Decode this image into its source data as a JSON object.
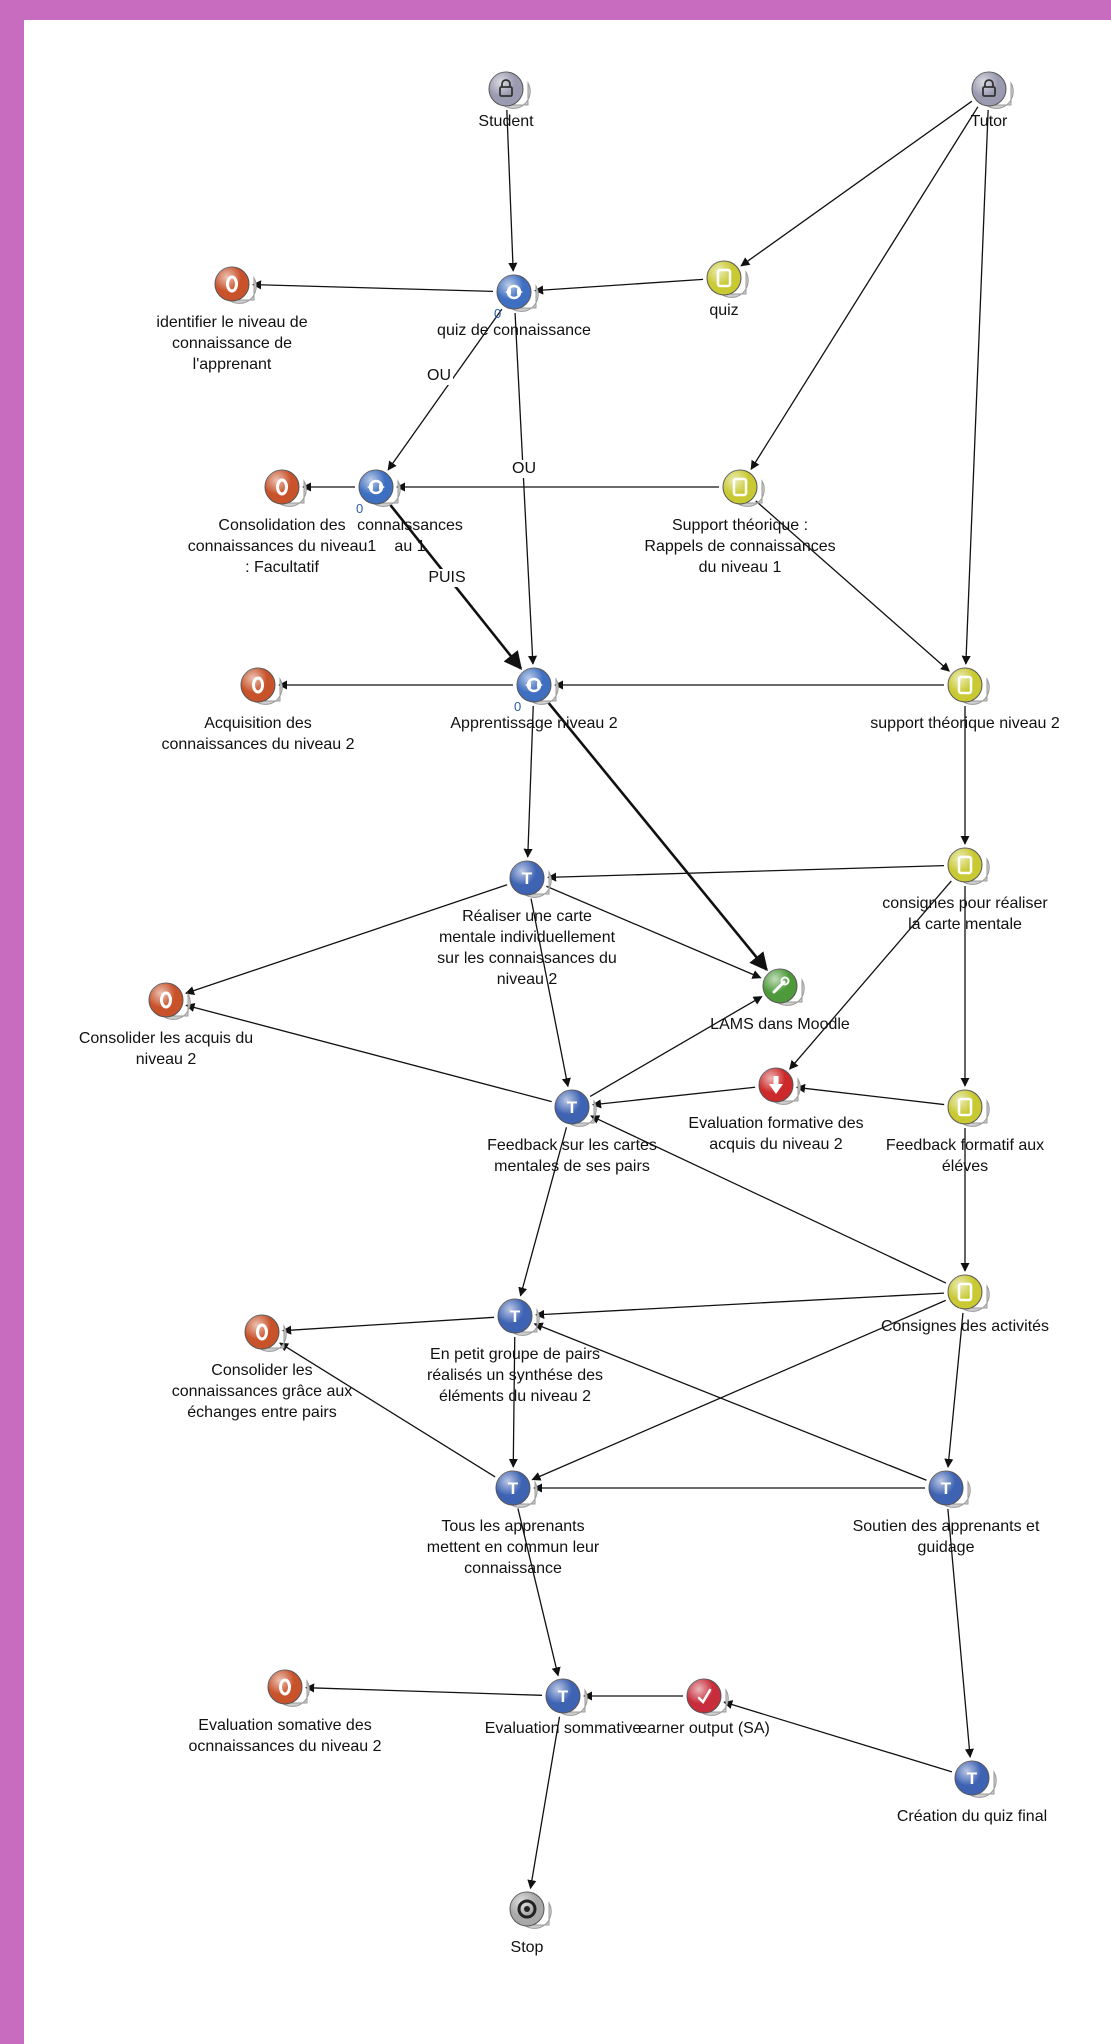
{
  "nodes": [
    {
      "id": "student",
      "type": "role",
      "label": "Student",
      "glyph": "lock"
    },
    {
      "id": "tutor",
      "type": "role",
      "label": "Tutor",
      "glyph": "lock"
    },
    {
      "id": "obj1",
      "type": "objective",
      "label": "identifier le niveau de\nconnaissance de\nl'apprenant",
      "glyph": "O"
    },
    {
      "id": "quizconn",
      "type": "method",
      "label": "quiz de connaissance",
      "count": "0"
    },
    {
      "id": "quiz",
      "type": "resource",
      "label": "quiz",
      "glyph": "doc"
    },
    {
      "id": "obj2",
      "type": "objective",
      "label": "Consolidation des\nconnaissances du niveau1\n: Facultatif",
      "glyph": "O"
    },
    {
      "id": "consol",
      "type": "method",
      "label": "connaissances\nau 1",
      "count": "0"
    },
    {
      "id": "supp1",
      "type": "resource",
      "label": "Support théorique :\nRappels de connaissances\ndu niveau 1",
      "glyph": "doc"
    },
    {
      "id": "obj3",
      "type": "objective",
      "label": "Acquisition des\nconnaissances du niveau 2",
      "glyph": "O"
    },
    {
      "id": "app2",
      "type": "method",
      "label": "Apprentissage niveau 2",
      "count": "0"
    },
    {
      "id": "supp2",
      "type": "resource",
      "label": "support théorique niveau 2",
      "glyph": "doc"
    },
    {
      "id": "carte",
      "type": "task",
      "label": "Réaliser une carte\nmentale individuellement\nsur les connaissances du\nniveau 2",
      "glyph": "T"
    },
    {
      "id": "consignes1",
      "type": "resource",
      "label": "consignes pour réaliser\nla carte mentale",
      "glyph": "doc"
    },
    {
      "id": "lams",
      "type": "tool",
      "label": "LAMS dans Moodle",
      "glyph": "wrench"
    },
    {
      "id": "obj4",
      "type": "objective",
      "label": "Consolider les acquis du\nniveau 2",
      "glyph": "O"
    },
    {
      "id": "feedback",
      "type": "task",
      "label": "Feedback sur les cartes\nmentales de ses pairs",
      "glyph": "T"
    },
    {
      "id": "evalform",
      "type": "evaluation",
      "label": "Evaluation formative des\nacquis du niveau 2",
      "glyph": "down"
    },
    {
      "id": "fbform",
      "type": "resource",
      "label": "Feedback formatif aux\néléves",
      "glyph": "doc"
    },
    {
      "id": "consignes2",
      "type": "resource",
      "label": "Consignes des activités",
      "glyph": "doc"
    },
    {
      "id": "obj5",
      "type": "objective",
      "label": "Consolider les\nconnaissances grâce aux\néchanges entre pairs",
      "glyph": "O"
    },
    {
      "id": "petit",
      "type": "task",
      "label": "En petit groupe de pairs\nréalisés un synthése des\néléments du niveau 2",
      "glyph": "T"
    },
    {
      "id": "tous",
      "type": "task",
      "label": "Tous les apprenants\nmettent en commun leur\nconnaissance",
      "glyph": "T"
    },
    {
      "id": "soutien",
      "type": "task",
      "label": "Soutien des apprenants et\nguidage",
      "glyph": "T"
    },
    {
      "id": "obj6",
      "type": "objective",
      "label": "Evaluation somative des\nocnnaissances du niveau 2",
      "glyph": "O"
    },
    {
      "id": "evalsom",
      "type": "task",
      "label": "Evaluation sommative",
      "glyph": "T"
    },
    {
      "id": "learner",
      "type": "output",
      "label": "earner output (SA)",
      "glyph": "check"
    },
    {
      "id": "creation",
      "type": "task",
      "label": "Création du quiz final",
      "glyph": "T"
    },
    {
      "id": "stop",
      "type": "stop",
      "label": "Stop",
      "glyph": "ring"
    }
  ],
  "edges": [
    {
      "from": "student",
      "to": "quizconn"
    },
    {
      "from": "tutor",
      "to": "quiz"
    },
    {
      "from": "tutor",
      "to": "supp1"
    },
    {
      "from": "tutor",
      "to": "supp2"
    },
    {
      "from": "quiz",
      "to": "quizconn"
    },
    {
      "from": "quizconn",
      "to": "obj1"
    },
    {
      "from": "quizconn",
      "to": "consol",
      "label": "OU"
    },
    {
      "from": "quizconn",
      "to": "app2",
      "label": "OU"
    },
    {
      "from": "supp1",
      "to": "consol"
    },
    {
      "from": "supp1",
      "to": "supp2"
    },
    {
      "from": "consol",
      "to": "obj2"
    },
    {
      "from": "consol",
      "to": "app2",
      "label": "PUIS",
      "bold": true
    },
    {
      "from": "supp2",
      "to": "app2"
    },
    {
      "from": "supp2",
      "to": "consignes1"
    },
    {
      "from": "app2",
      "to": "obj3"
    },
    {
      "from": "app2",
      "to": "carte"
    },
    {
      "from": "app2",
      "to": "lams",
      "bold": true
    },
    {
      "from": "consignes1",
      "to": "carte"
    },
    {
      "from": "consignes1",
      "to": "evalform"
    },
    {
      "from": "consignes1",
      "to": "fbform"
    },
    {
      "from": "carte",
      "to": "lams"
    },
    {
      "from": "carte",
      "to": "obj4"
    },
    {
      "from": "carte",
      "to": "feedback"
    },
    {
      "from": "feedback",
      "to": "obj4"
    },
    {
      "from": "feedback",
      "to": "lams"
    },
    {
      "from": "evalform",
      "to": "feedback"
    },
    {
      "from": "fbform",
      "to": "evalform"
    },
    {
      "from": "fbform",
      "to": "consignes2"
    },
    {
      "from": "feedback",
      "to": "petit"
    },
    {
      "from": "consignes2",
      "to": "feedback"
    },
    {
      "from": "consignes2",
      "to": "petit"
    },
    {
      "from": "consignes2",
      "to": "tous"
    },
    {
      "from": "consignes2",
      "to": "soutien"
    },
    {
      "from": "petit",
      "to": "obj5"
    },
    {
      "from": "petit",
      "to": "tous"
    },
    {
      "from": "tous",
      "to": "obj5"
    },
    {
      "from": "soutien",
      "to": "tous"
    },
    {
      "from": "soutien",
      "to": "petit"
    },
    {
      "from": "soutien",
      "to": "creation"
    },
    {
      "from": "tous",
      "to": "evalsom"
    },
    {
      "from": "evalsom",
      "to": "obj6"
    },
    {
      "from": "learner",
      "to": "evalsom"
    },
    {
      "from": "creation",
      "to": "learner"
    },
    {
      "from": "evalsom",
      "to": "stop"
    }
  ],
  "colors": {
    "frame": "#c86cbf",
    "objective": "#c8522a",
    "method": "#3f6fc0",
    "resource": "#c9c934",
    "task": "#3f63b3",
    "tool": "#4e9a3a",
    "evaluation": "#cc2a2a",
    "output": "#c72d3a",
    "role": "#9a9ab0",
    "stop": "#a8a8a8",
    "edge": "#111111",
    "count": "#2a5da8"
  }
}
